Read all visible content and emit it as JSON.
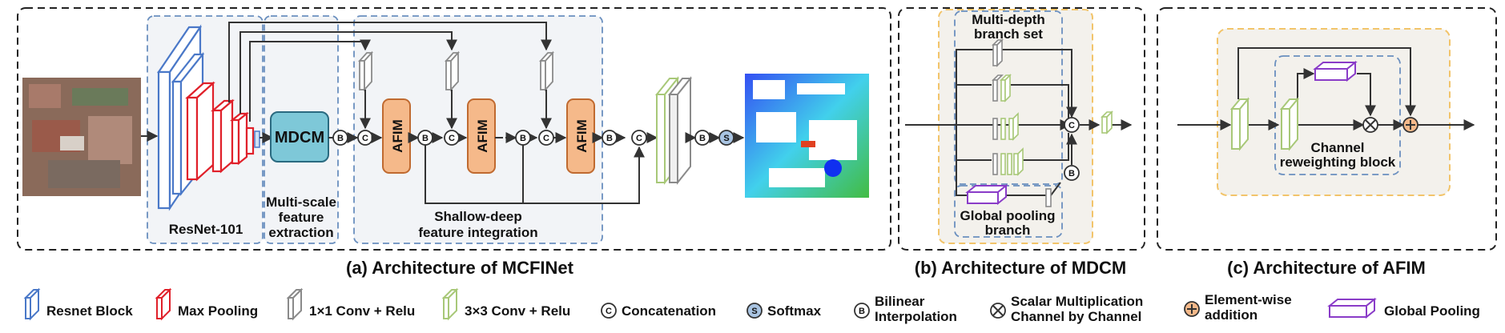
{
  "panel_a": {
    "caption": "(a) Architecture of MCFINet",
    "resnet_label": "ResNet-101",
    "mdcm_box": "MDCM",
    "mdcm_lines": [
      "Multi-scale",
      "feature",
      "extraction"
    ],
    "afim_box": "AFIM",
    "sdfi_lines": [
      "Shallow-deep",
      "feature integration"
    ]
  },
  "panel_b": {
    "caption": "(b) Architecture of MDCM",
    "branch_lines": [
      "Multi-depth",
      "branch set"
    ],
    "gp_lines": [
      "Global pooling",
      "branch"
    ]
  },
  "panel_c": {
    "caption": "(c) Architecture of AFIM",
    "cr_lines": [
      "Channel",
      "reweighting block"
    ]
  },
  "symbols": {
    "b": "B",
    "c": "C",
    "s": "S"
  },
  "legend": {
    "resnet_block": "Resnet Block",
    "max_pooling": "Max Pooling",
    "conv1": "1×1 Conv + Relu",
    "conv3": "3×3 Conv + Relu",
    "concat": "Concatenation",
    "softmax": "Softmax",
    "bilinear": [
      "Bilinear",
      "Interpolation"
    ],
    "scalar": [
      "Scalar Multiplication",
      "Channel by Channel"
    ],
    "elementwise": [
      "Element-wise",
      "addition"
    ],
    "global_pooling": "Global Pooling"
  },
  "colors": {
    "resnet": "#4a78c8",
    "maxpool": "#e0202a",
    "conv1": "#8a8a8a",
    "conv3": "#a8c878",
    "mdcm": "#7ec8d8",
    "afim": "#f5b98a",
    "afim_border": "#c06a30",
    "dashed_blue": "#6a8fbf",
    "dashed_orange": "#f2c46a",
    "global_pool": "#8a3cc8",
    "softmax": "#a9c4e2"
  }
}
